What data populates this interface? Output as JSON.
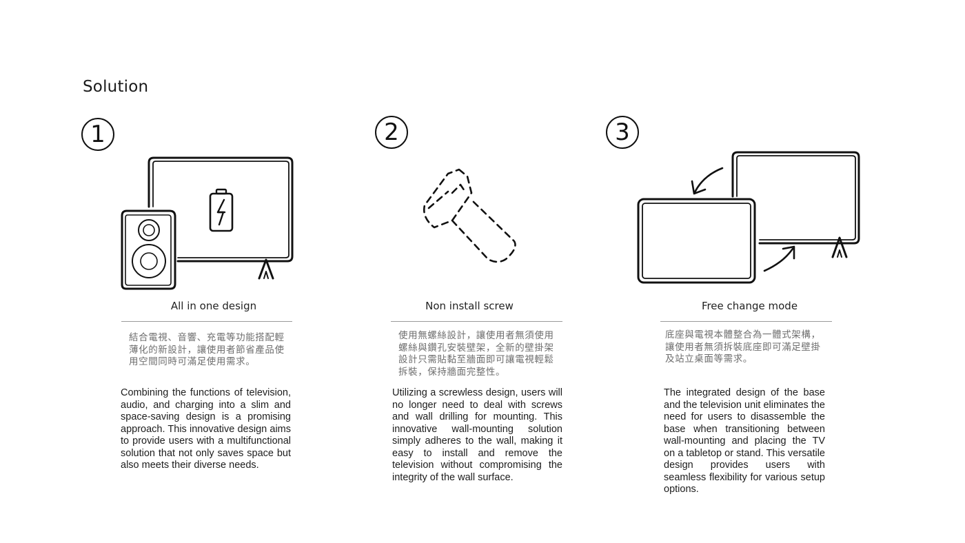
{
  "section_title": "Solution",
  "features": [
    {
      "number": "1",
      "title": "All in one design",
      "description_zh": "結合電視、音響、充電等功能搭配輕薄化的新設計，讓使用者節省產品使用空間同時可滿足使用需求。",
      "description_en": "Combining the functions of television, audio, and charging into a slim and space-saving design is a promising approach. This innovative design aims to provide users with a multifunctional solution that not only saves space but also meets their diverse needs."
    },
    {
      "number": "2",
      "title": "Non install screw",
      "description_zh": "使用無螺絲設計，讓使用者無須使用螺絲與鑽孔安裝壁架，全新的壁掛架設計只需貼黏至牆面即可讓電視輕鬆拆裝，保持牆面完整性。",
      "description_en": "Utilizing a screwless design, users will no longer need to deal with screws and wall drilling for mounting. This innovative wall-mounting solution simply adheres to the wall, making it easy to install and remove the television without compromising the integrity of the wall surface."
    },
    {
      "number": "3",
      "title": "Free change mode",
      "description_zh": "底座與電視本體整合為一體式架構，讓使用者無須拆裝底座即可滿足壁掛及站立桌面等需求。",
      "description_en": "The integrated design of the base and the television unit eliminates the need for users to disassemble the base when transitioning between wall-mounting and placing the TV on a tabletop or stand. This versatile design provides users with seamless flexibility for various setup options."
    }
  ],
  "icons": {
    "feature_1": "tv-speaker-battery-icon",
    "feature_2": "dashed-screw-icon",
    "feature_3": "tv-mode-switch-icon"
  }
}
